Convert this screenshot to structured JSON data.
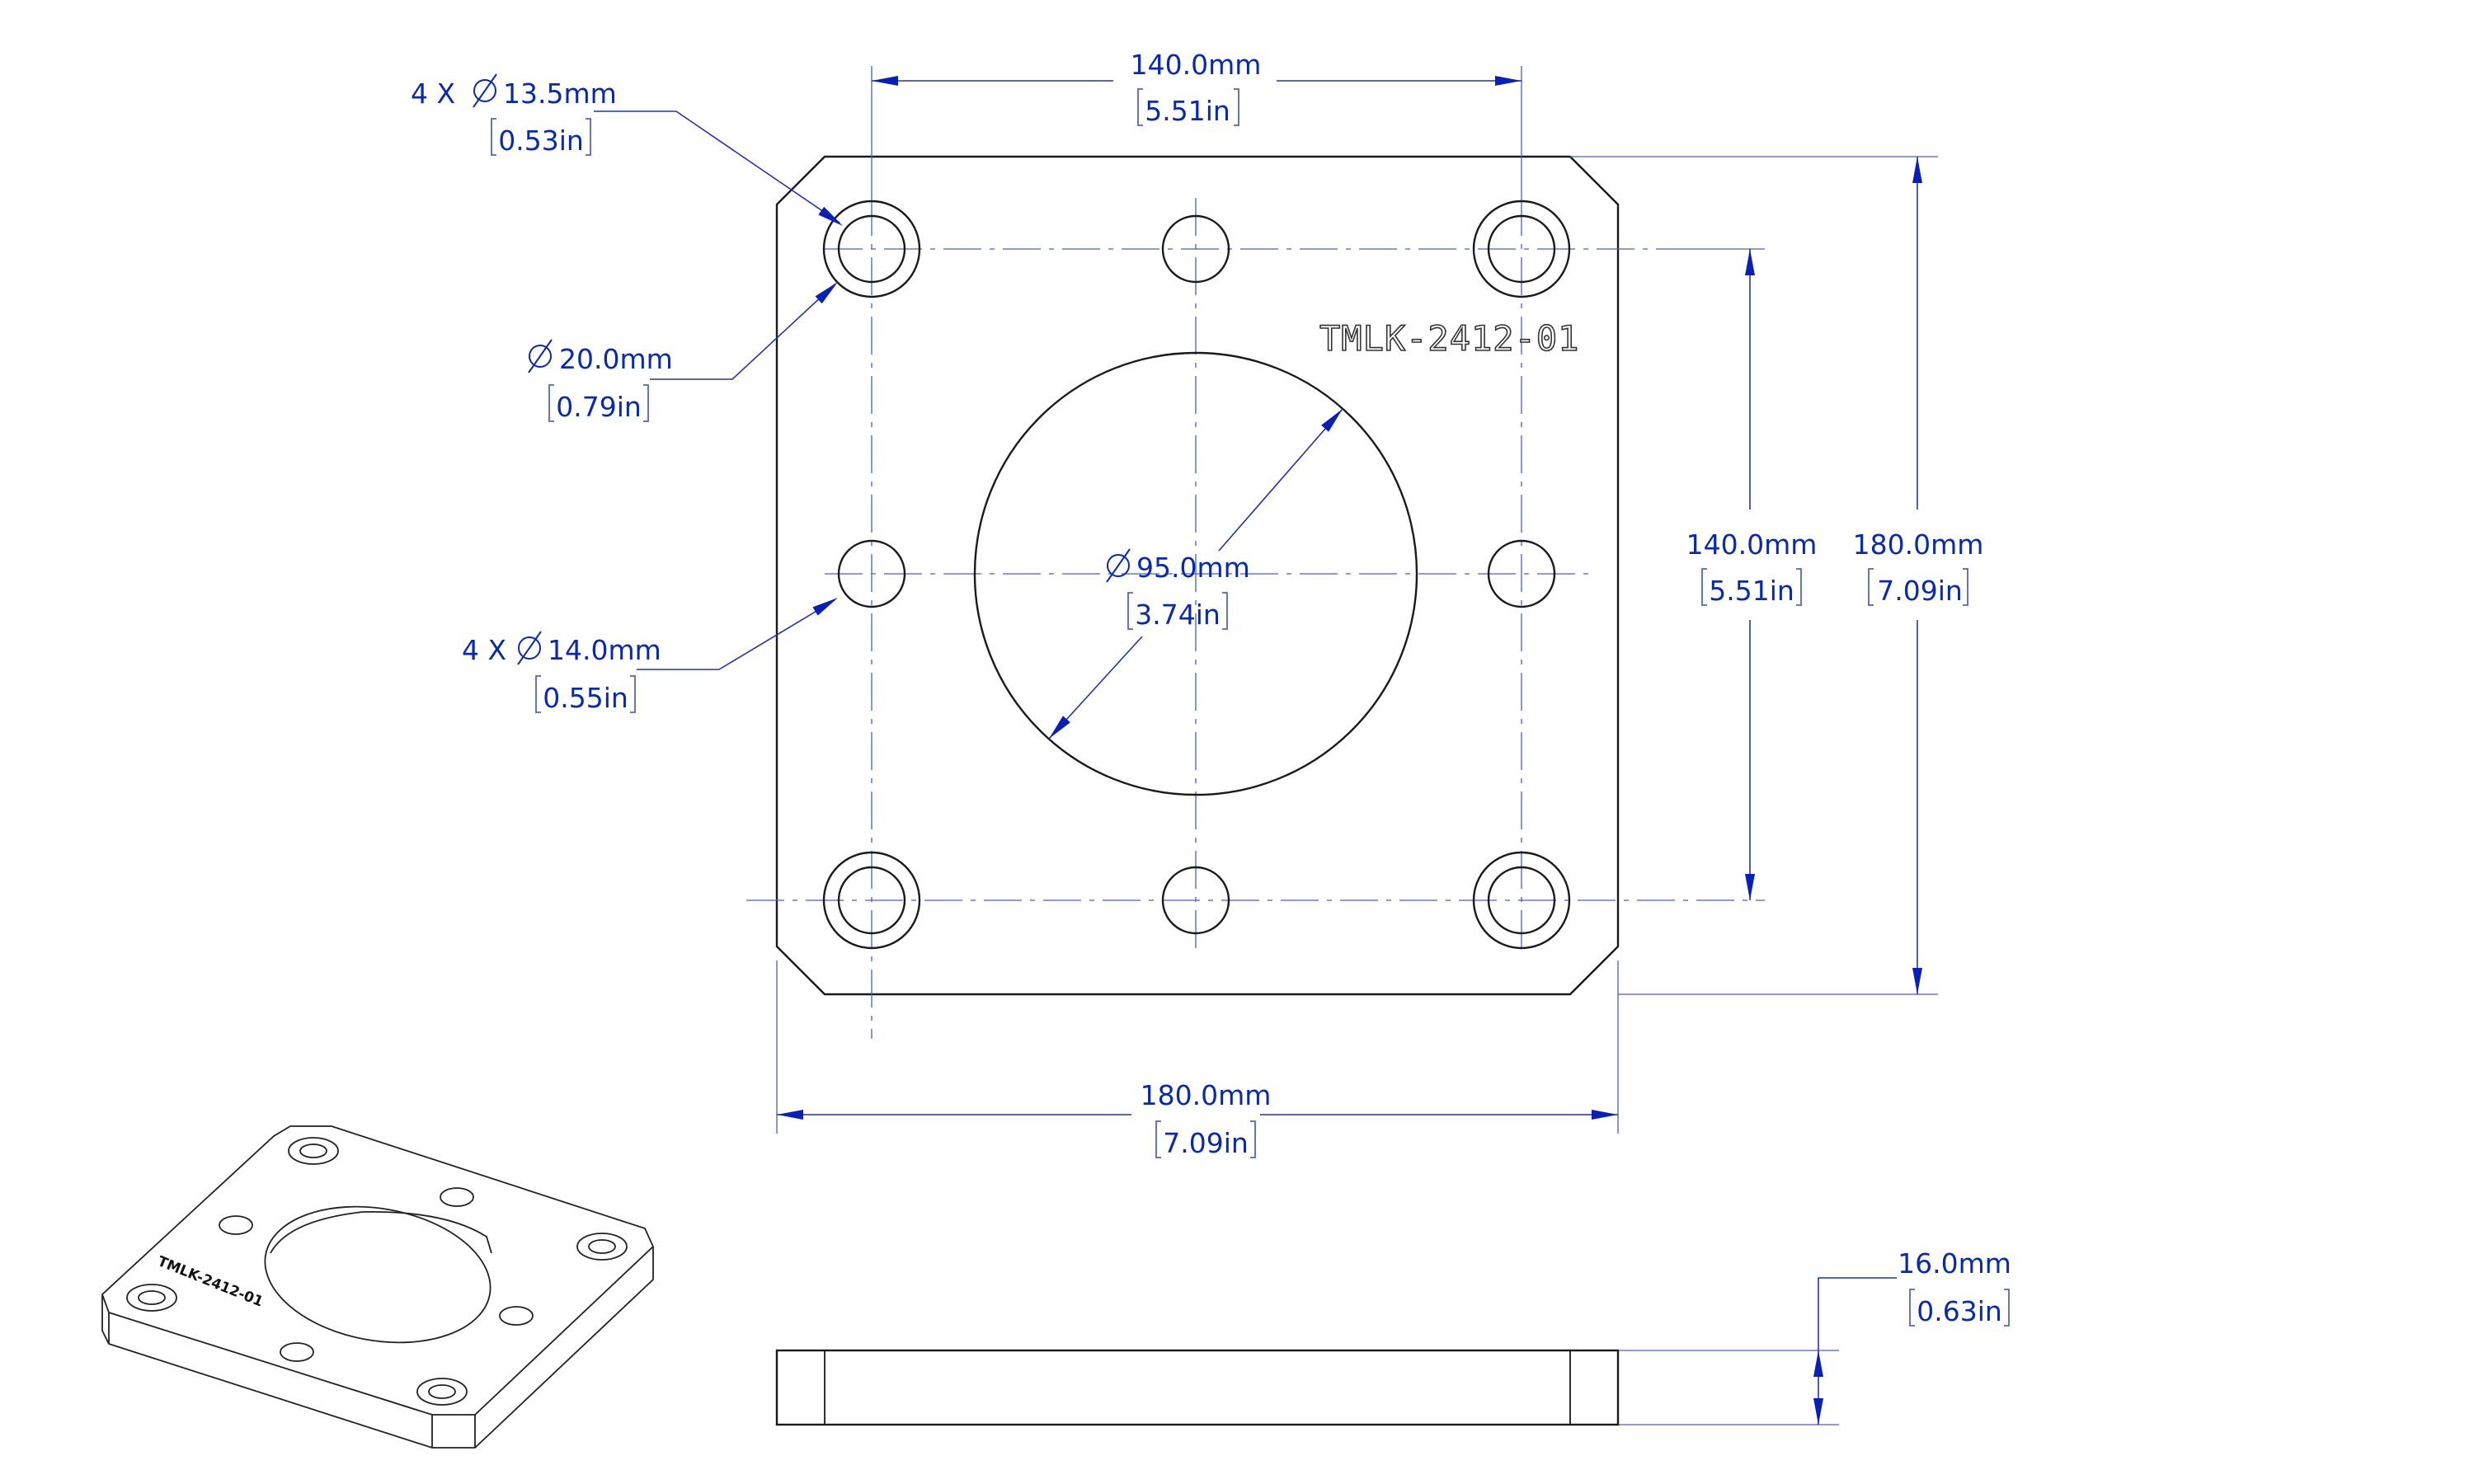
{
  "part": {
    "engraving": "TMLK-2412-01"
  },
  "dimensions": {
    "top_width": {
      "mm": "140.0mm",
      "inch": "5.51in"
    },
    "counterbore_holes": {
      "count_prefix": "4 X",
      "mm": "13.5mm",
      "inch": "0.53in"
    },
    "counterbore_diameter": {
      "mm": "20.0mm",
      "inch": "0.79in"
    },
    "side_holes": {
      "count_prefix": "4 X",
      "mm": "14.0mm",
      "inch": "0.55in"
    },
    "center_bore": {
      "mm": "95.0mm",
      "inch": "3.74in"
    },
    "inner_height": {
      "mm": "140.0mm",
      "inch": "5.51in"
    },
    "outer_height": {
      "mm": "180.0mm",
      "inch": "7.09in"
    },
    "bottom_width": {
      "mm": "180.0mm",
      "inch": "7.09in"
    },
    "thickness": {
      "mm": "16.0mm",
      "inch": "0.63in"
    }
  },
  "colors": {
    "dimension": "#0a2aa8",
    "outline": "#1a1a1a",
    "centerline": "#4a5fc0"
  }
}
